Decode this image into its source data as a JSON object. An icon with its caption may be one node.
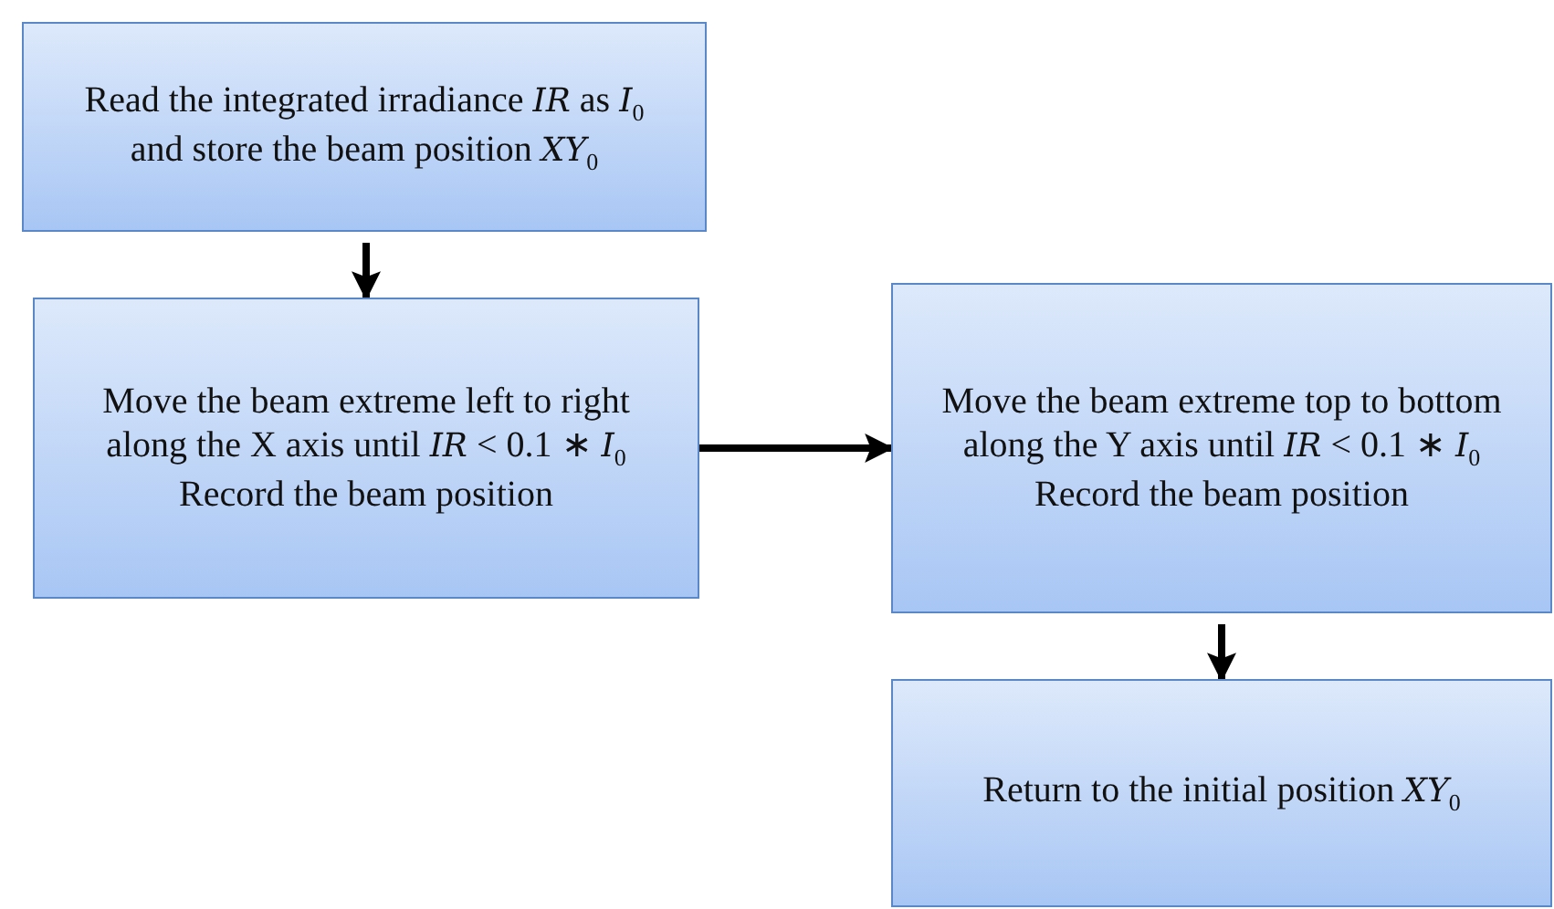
{
  "diagram": {
    "nodes": [
      {
        "text": [
          "Read the integrated irradiance *IR* as *I*$_{0}$ and store the beam position *XY*$_{0}$"
        ]
      },
      {
        "text": [
          "Move the beam extreme left to right along the X axis until *IR* < 0.1 ∗ *I*$_{0}$",
          "Record the beam position"
        ]
      },
      {
        "text": [
          "Move the beam extreme top to bottom along the Y axis until *IR* < 0.1 ∗ *I*$_{0}$",
          "Record the beam position"
        ]
      },
      {
        "text": [
          "Return to the initial position *XY*$_{0}$"
        ]
      }
    ],
    "edges": [
      {
        "from": 0,
        "to": 1,
        "arrow": "to"
      },
      {
        "from": 1,
        "to": 2,
        "arrow": "to"
      },
      {
        "from": 2,
        "to": 3,
        "arrow": "to"
      }
    ]
  }
}
